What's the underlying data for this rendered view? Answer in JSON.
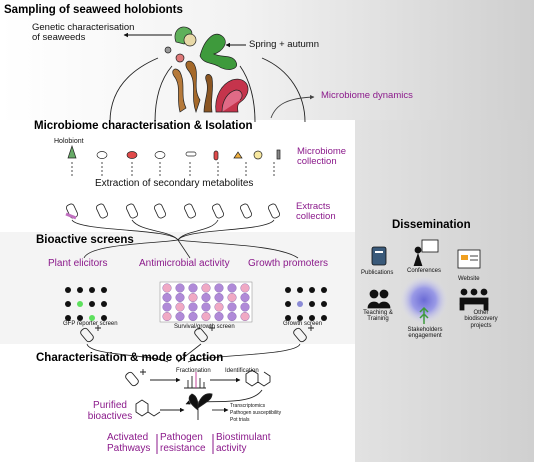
{
  "colors": {
    "magenta": "#8b1a8b",
    "text": "#111111",
    "panel_gradient_start": "#d2d2d2",
    "panel_gradient_end": "#ffffff",
    "seaweed_brown": "#a5692a",
    "seaweed_green": "#3e9a3c",
    "seaweed_red": "#c5344c",
    "grid_purple": "#b08ad8",
    "grid_pink": "#f0a9c4",
    "plant_green": "#5de05d"
  },
  "sections": {
    "sampling": {
      "title": "Sampling of seaweed holobionts",
      "genetic": "Genetic characterisation of seaweeds",
      "season": "Spring + autumn",
      "dynamics": "Microbiome dynamics"
    },
    "microbiome": {
      "title": "Microbiome characterisation & Isolation",
      "holobiont": "Holobiont",
      "collection": "Microbiome collection",
      "extraction": "Extraction of secondary metabolites",
      "extracts": "Extracts collection"
    },
    "bioactive": {
      "title": "Bioactive screens",
      "plant": "Plant elicitors",
      "antimicrobial": "Antimicrobial activity",
      "growth": "Growth promoters",
      "gfp": "GFP reporter screen",
      "survival": "Survival/growth screen",
      "growth_screen": "Growth screen"
    },
    "characterisation": {
      "title": "Characterisation & mode of action",
      "fractionation": "Fractionation",
      "identification": "Identification",
      "purified": "Purified bioactives",
      "omics": "Transcriptomics",
      "susceptibility": "Pathogen susceptibility",
      "pot": "Pot trials",
      "activated": "Activated Pathways",
      "resistance": "Pathogen resistance",
      "biostimulant": "Biostimulant activity"
    },
    "dissemination": {
      "title": "Dissemination",
      "publications": "Publications",
      "conferences": "Conferences",
      "website": "Website",
      "teaching": "Teaching & Training",
      "stakeholders": "Stakeholders engagement",
      "other": "Other biodiscovery projects"
    }
  },
  "icons": {
    "microbes": [
      "tube-icon",
      "bacterium-icon",
      "spore-icon",
      "cell-icon",
      "rod-icon",
      "fungus-icon",
      "coccus-icon"
    ],
    "extract_tubes": 8,
    "antimicrobial_wells": "7 x 4"
  }
}
